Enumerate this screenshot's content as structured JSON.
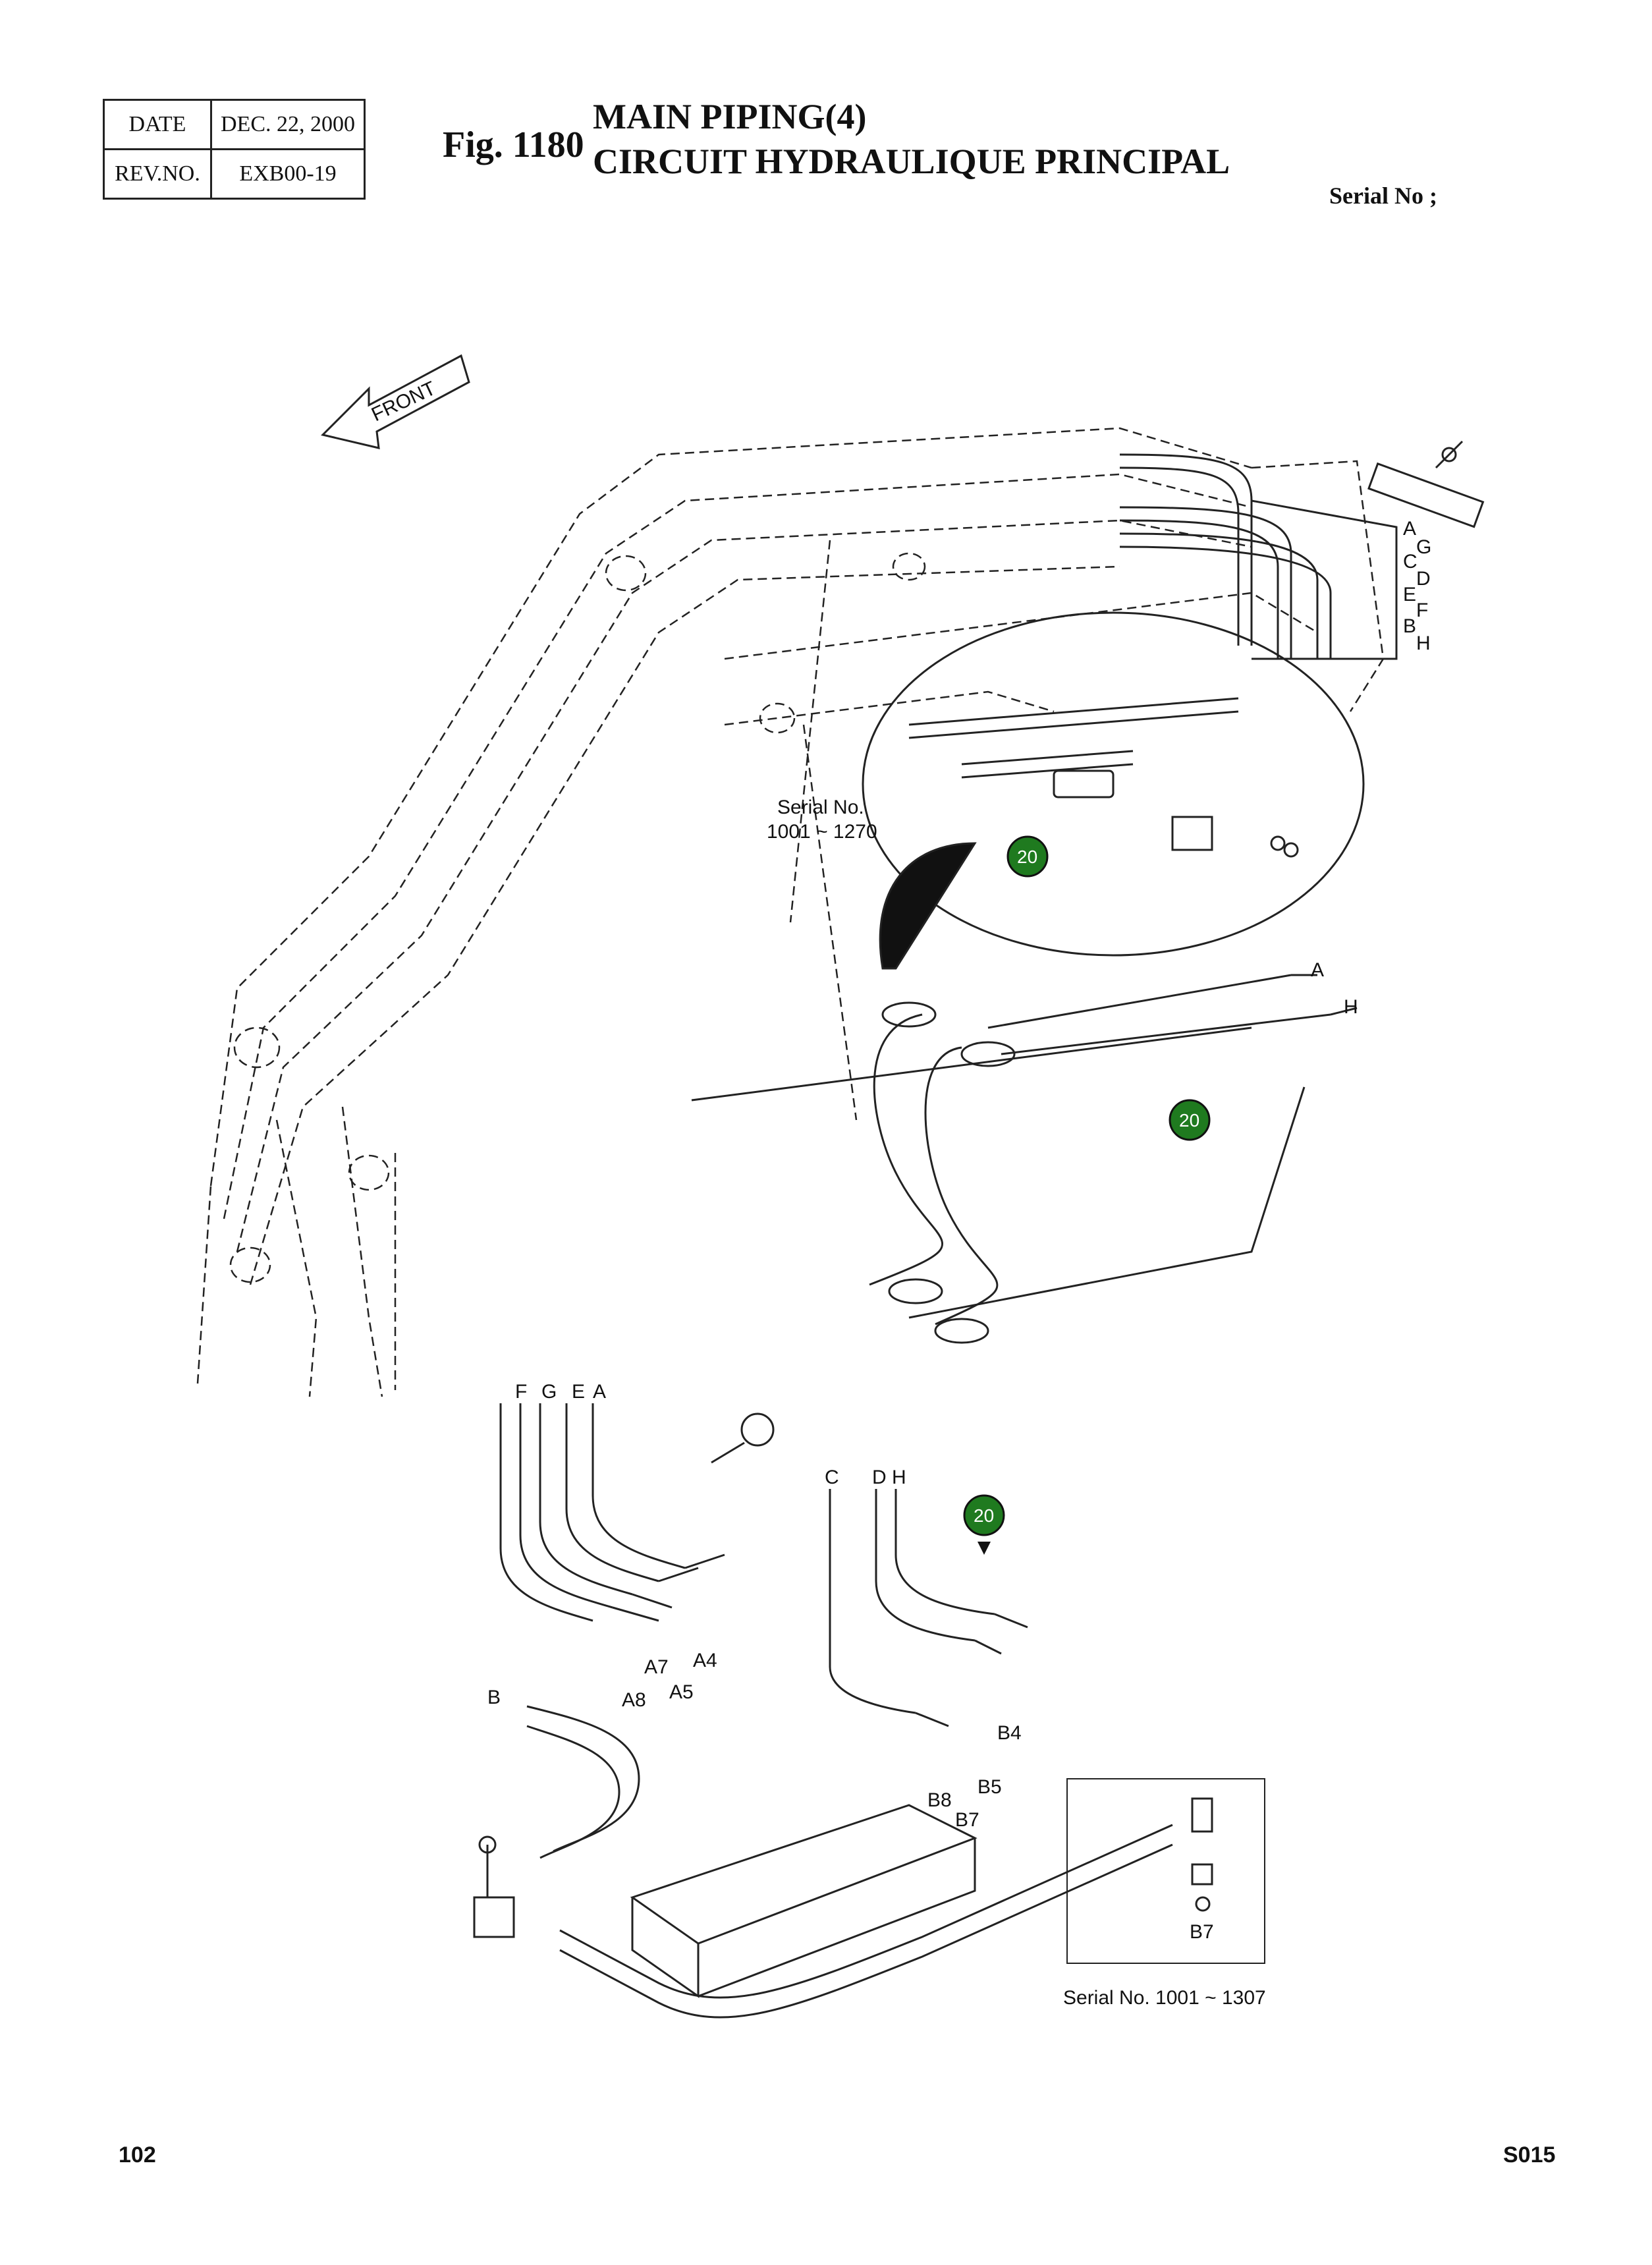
{
  "header": {
    "date_label": "DATE",
    "date_value": "DEC. 22, 2000",
    "rev_label": "REV.NO.",
    "rev_value": "EXB00-19",
    "fig_no": "Fig. 1180",
    "title_en": "MAIN PIPING(4)",
    "title_fr": "CIRCUIT HYDRAULIQUE PRINCIPAL",
    "serial_label": "Serial No ;"
  },
  "diagram": {
    "front_label": "FRONT",
    "detail_serial_1": "Serial No.",
    "detail_serial_1_range": "1001 ~ 1270",
    "detail_serial_2": "Serial No. 1001 ~ 1307",
    "ref_badge": "20",
    "hose_labels_top": [
      "A",
      "G",
      "C",
      "D",
      "E",
      "F",
      "B",
      "H"
    ],
    "hose_labels_mid": [
      "A",
      "H"
    ],
    "hose_labels_bottom_left": [
      "F",
      "G",
      "E",
      "A"
    ],
    "hose_labels_bottom_right": [
      "C",
      "D",
      "H"
    ],
    "port_labels": [
      "A7",
      "A4",
      "A8",
      "A5",
      "B",
      "B4",
      "B5",
      "B8",
      "B7",
      "B7"
    ]
  },
  "footer": {
    "page_number": "102",
    "code": "S015"
  },
  "colors": {
    "badge_green": "#1f7a1f",
    "line": "#222222"
  }
}
